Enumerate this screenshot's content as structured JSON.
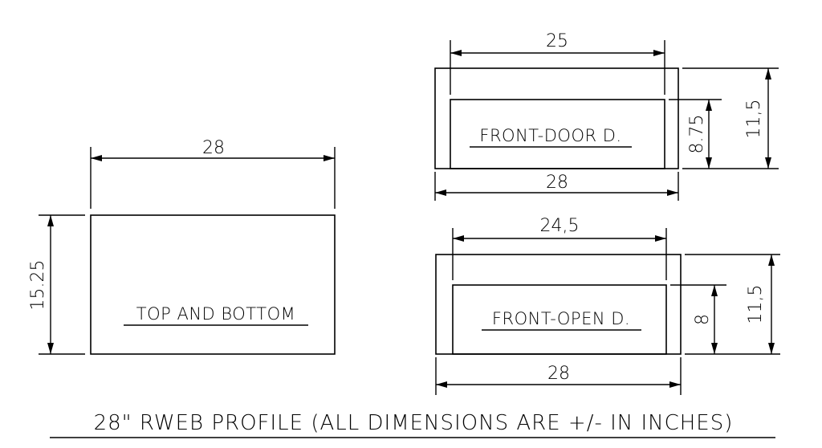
{
  "title": "28\" RWEB PROFILE (ALL DIMENSIONS ARE +/- IN INCHES)",
  "top_bottom": {
    "label": "TOP AND BOTTOM",
    "width": "28",
    "height": "15.25"
  },
  "front_door": {
    "label": "FRONT-DOOR D.",
    "top_width": "25",
    "bottom_width": "28",
    "inner_height": "8.75",
    "outer_height": "11,5"
  },
  "front_open": {
    "label": "FRONT-OPEN D.",
    "top_width": "24,5",
    "bottom_width": "28",
    "inner_height": "8",
    "outer_height": "11,5"
  }
}
